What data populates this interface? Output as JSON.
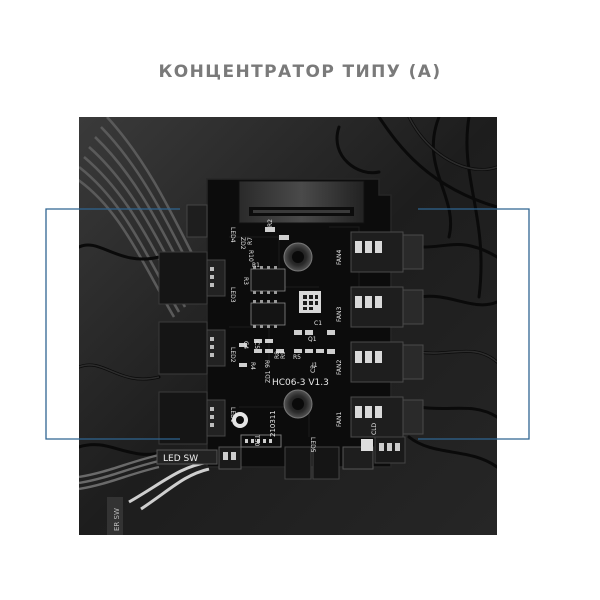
{
  "page": {
    "title": "КОНЦЕНТРАТОР ТИПУ (А)"
  },
  "photo": {
    "alt": "Fan hub circuit board (HC06-3 V1.3) with four fan headers and RGB LED connectors",
    "board_marking": "HC06-3  V1.3",
    "date_code": "210311",
    "fan_labels": [
      "FAN4",
      "FAN3",
      "FAN2",
      "FAN1"
    ],
    "led_labels": [
      "LED4",
      "LED3",
      "LED2",
      "LED1"
    ],
    "component_labels": [
      "ZD2",
      "R10",
      "R3",
      "R1",
      "R2",
      "ZD1",
      "C1",
      "C2",
      "C4",
      "C5",
      "R4",
      "R5",
      "R6",
      "R7",
      "R8",
      "R9"
    ],
    "cable_label": "LED SW",
    "cable_label_2": "ER SW",
    "misc_labels": [
      "TS0",
      "LED5",
      "CLD",
      "J1",
      "Q1"
    ],
    "colors": {
      "background": "#1b1b1b",
      "pcb": "#0d0d0d",
      "silkscreen": "#e8e8e8",
      "callout_frame": "#2f6591",
      "title": "#7a7a7a"
    }
  }
}
